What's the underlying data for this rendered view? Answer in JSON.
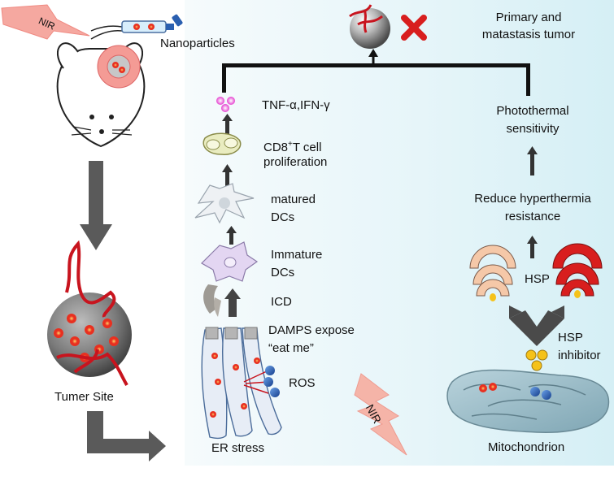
{
  "colors": {
    "panel_bg": "#e6f5f9",
    "arrow_gray": "#5a5a5a",
    "tumor_red": "#c8141e",
    "hsp_red": "#d81e1e",
    "hsp_peach": "#f5c8a8",
    "nir_pink": "#f5a8a0"
  },
  "icons": [
    "mouse-icon",
    "syringe-icon",
    "nir-bolt-icon",
    "tumor-sphere-icon",
    "cross-icon",
    "cytokine-dots-icon",
    "t-cell-icon",
    "mature-dc-icon",
    "immature-dc-icon",
    "icd-cell-icon",
    "er-cell-icon",
    "ros-molecule-icon",
    "hsp-icon",
    "hsp-inhibitor-dots-icon",
    "mitochondrion-icon"
  ],
  "labels": {
    "nir_top": "NIR",
    "nanoparticles": "Nanoparticles",
    "tumor_site": "Tumer Site",
    "primary_tumor": [
      "Primary and",
      "matastasis  tumor"
    ],
    "cytokines": "TNF-α,IFN-γ",
    "cd8_prefix": "CD8",
    "cd8_sup": "+",
    "cd8_suffix": "T cell",
    "cd8_line2": "proliferation",
    "matured": [
      "matured",
      "DCs"
    ],
    "immature": [
      "Immature",
      "DCs"
    ],
    "icd": "ICD",
    "damps": [
      "DAMPS expose",
      "“eat me”"
    ],
    "ros": "ROS",
    "er_stress": "ER  stress",
    "nir_bottom": "NIR",
    "photothermal": [
      "Photothermal",
      "sensitivity"
    ],
    "reduce": [
      "Reduce hyperthermia",
      "resistance"
    ],
    "hsp": "HSP",
    "hsp_inhibitor": [
      "HSP",
      "inhibitor"
    ],
    "mitochondrion": "Mitochondrion"
  }
}
